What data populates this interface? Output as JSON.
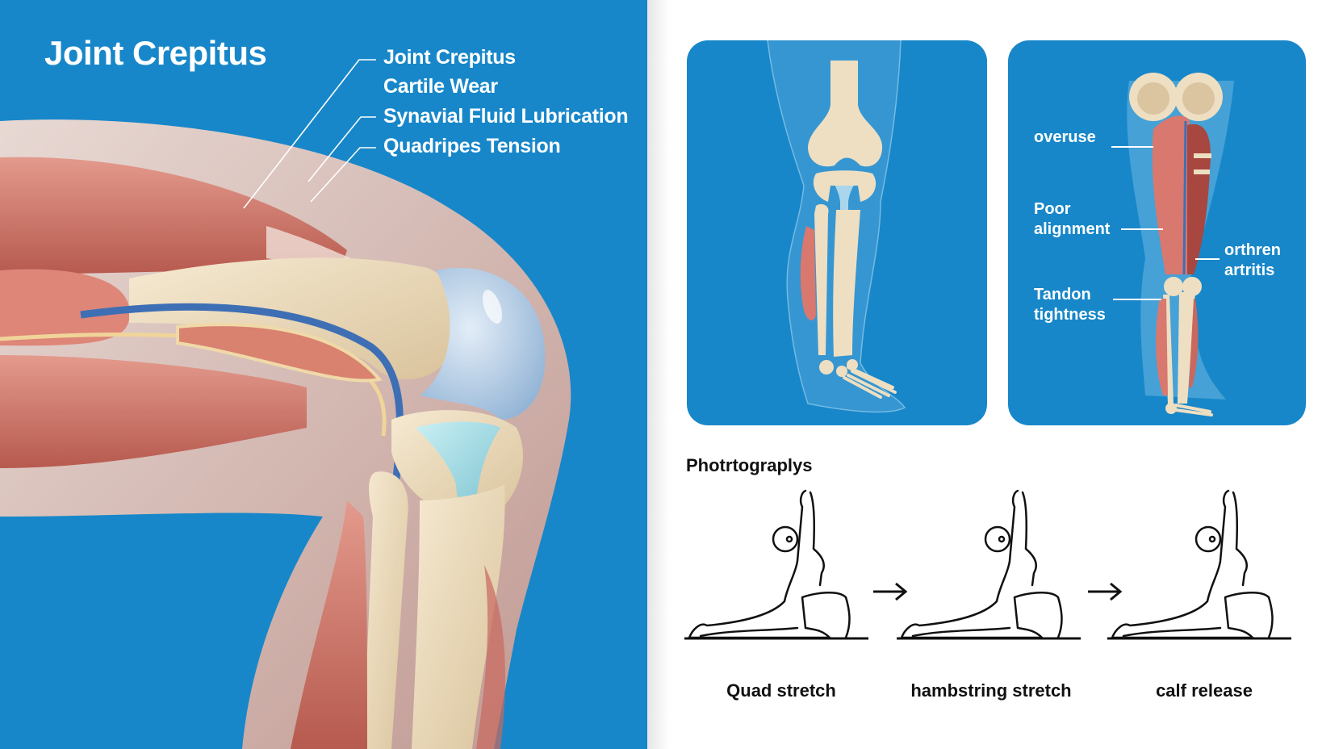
{
  "left_panel": {
    "title": "Joint Crepitus",
    "background_color": "#1787C9",
    "callouts": [
      {
        "label": "Joint Crepitus"
      },
      {
        "label": "Cartile Wear"
      },
      {
        "label": "Synavial Fluid Lubrication"
      },
      {
        "label": "Quadripes Tension"
      }
    ]
  },
  "cards": [
    {
      "name": "knee-skeleton-front-view",
      "labels": []
    },
    {
      "name": "leg-muscle-causes",
      "labels": [
        {
          "text": "overuse"
        },
        {
          "text": "Poor\nalignment"
        },
        {
          "text": "orthren\nartritis"
        },
        {
          "text": "Tandon\ntightness"
        }
      ]
    }
  ],
  "stretches": {
    "title": "Photrtograplys",
    "items": [
      {
        "label": "Quad stretch"
      },
      {
        "label": "hambstring stretch"
      },
      {
        "label": "calf release"
      }
    ],
    "arrow_icon": "→"
  },
  "colors": {
    "blue": "#1787C9",
    "bone": "#EEDFC2",
    "muscle": "#D9786E",
    "cartilage": "#A9D6EC",
    "skin": "#E9C9BD",
    "vein": "#3E6FB5",
    "text_dark": "#111111"
  }
}
